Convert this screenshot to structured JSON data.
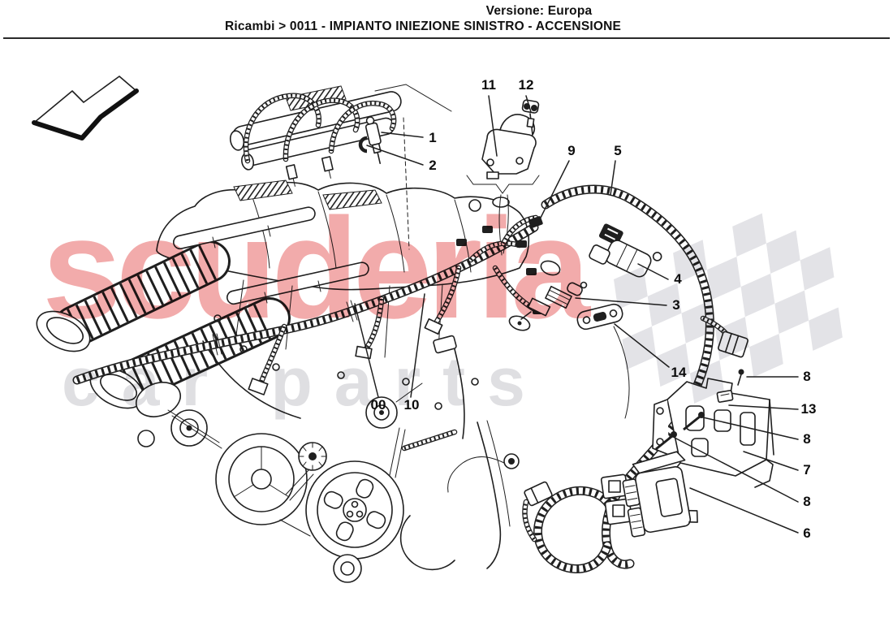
{
  "header": {
    "version_label": "Versione: Europa",
    "breadcrumb": "Ricambi > 0011 - IMPIANTO INIEZIONE SINISTRO - ACCENSIONE"
  },
  "watermark": {
    "brand": "scuderia",
    "subtext": "car parts"
  },
  "colors": {
    "watermark_pink": "#f2abab",
    "watermark_gray": "#dfdfe2",
    "flag_gray": "#e3e3e7",
    "line": "#1f1f1f"
  },
  "icons": {
    "direction_arrow": "arrow-down-left-icon"
  },
  "diagram": {
    "callouts": [
      {
        "label": "1"
      },
      {
        "label": "2"
      },
      {
        "label": "11"
      },
      {
        "label": "12"
      },
      {
        "label": "9"
      },
      {
        "label": "5"
      },
      {
        "label": "4"
      },
      {
        "label": "3"
      },
      {
        "label": "14"
      },
      {
        "label": "8"
      },
      {
        "label": "13"
      },
      {
        "label": "8"
      },
      {
        "label": "7"
      },
      {
        "label": "8"
      },
      {
        "label": "6"
      },
      {
        "label": "00"
      },
      {
        "label": "10"
      }
    ]
  }
}
